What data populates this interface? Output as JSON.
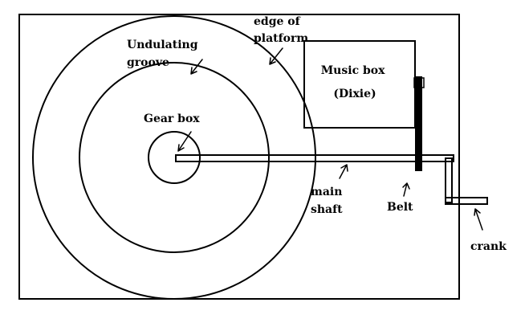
{
  "labels": {
    "edge_of_platform": [
      "edge of",
      "platform"
    ],
    "undulating_groove": [
      "Undulating",
      "groove"
    ],
    "music_box": [
      "Music box",
      "(Dixie)"
    ],
    "gear_box": "Gear box",
    "main_shaft": [
      "main",
      "shaft"
    ],
    "belt": "Belt",
    "crank": "crank"
  },
  "colors": {
    "stroke": "#000000",
    "belt": "#000000",
    "background": "#ffffff"
  }
}
